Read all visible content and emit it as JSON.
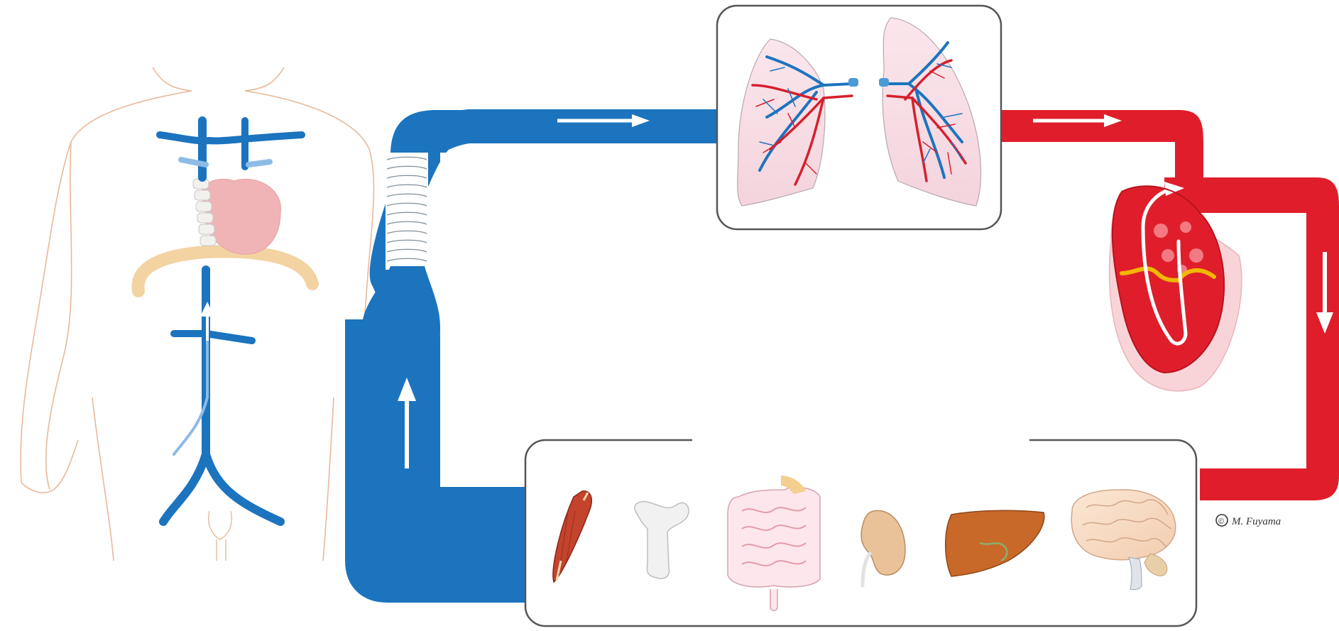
{
  "diagram": {
    "kind": "circulation-schematic",
    "colors": {
      "venous": "#1c74bf",
      "venous_light": "#5ea8e0",
      "arterial": "#e01e2b",
      "arterial_dark": "#b8121e",
      "organ_box_border": "#555555",
      "skin_outline": "#e9b89a"
    },
    "panels": [
      {
        "id": "body-veins",
        "icon": "human-torso-icon"
      },
      {
        "id": "lungs",
        "icon": "lungs-icon"
      },
      {
        "id": "heart",
        "icon": "heart-icon"
      },
      {
        "id": "organs",
        "icon": "organs-icon",
        "items": [
          "muscle-icon",
          "bone-icon",
          "intestine-icon",
          "kidney-icon",
          "liver-icon",
          "brain-icon"
        ]
      }
    ],
    "flow_arrows": [
      "up",
      "right",
      "right",
      "down"
    ],
    "copyright_symbol": "©",
    "signature": "M. Fuyama"
  }
}
